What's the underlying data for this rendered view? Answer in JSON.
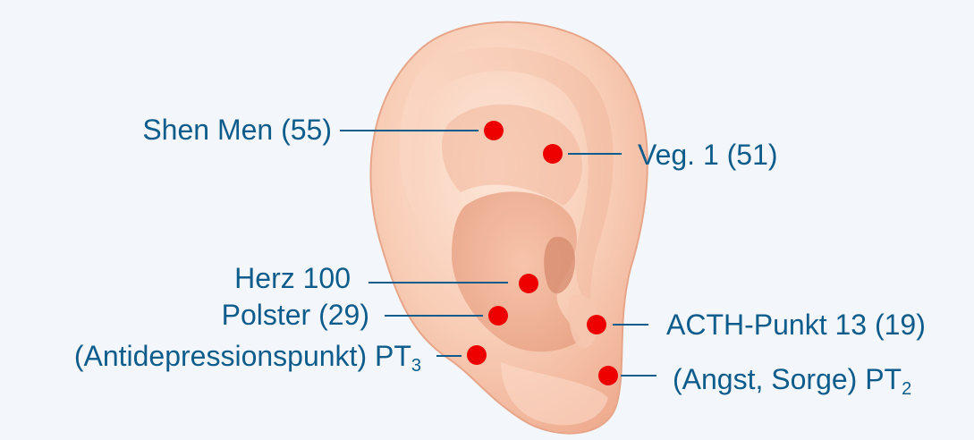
{
  "colors": {
    "background": "#f3f7fb",
    "label_text": "#0d5c8c",
    "leader_line": "#0d5c8c",
    "point": "#ee0000",
    "skin_light": "#fde3d4",
    "skin_mid": "#f3b79c",
    "skin_shadow": "#e59f86"
  },
  "points": [
    {
      "id": "shen-men",
      "label": "Shen Men (55)"
    },
    {
      "id": "veg-1",
      "label": "Veg. 1 (51)"
    },
    {
      "id": "herz-100",
      "label": "Herz 100"
    },
    {
      "id": "polster",
      "label": "Polster (29)"
    },
    {
      "id": "acth-punkt",
      "label": "ACTH-Punkt 13 (19)"
    },
    {
      "id": "antidepressionspunkt",
      "label": "(Antidepressionspunkt) PT",
      "sub": "3"
    },
    {
      "id": "angst-sorge",
      "label": "(Angst, Sorge) PT",
      "sub": "2"
    }
  ]
}
